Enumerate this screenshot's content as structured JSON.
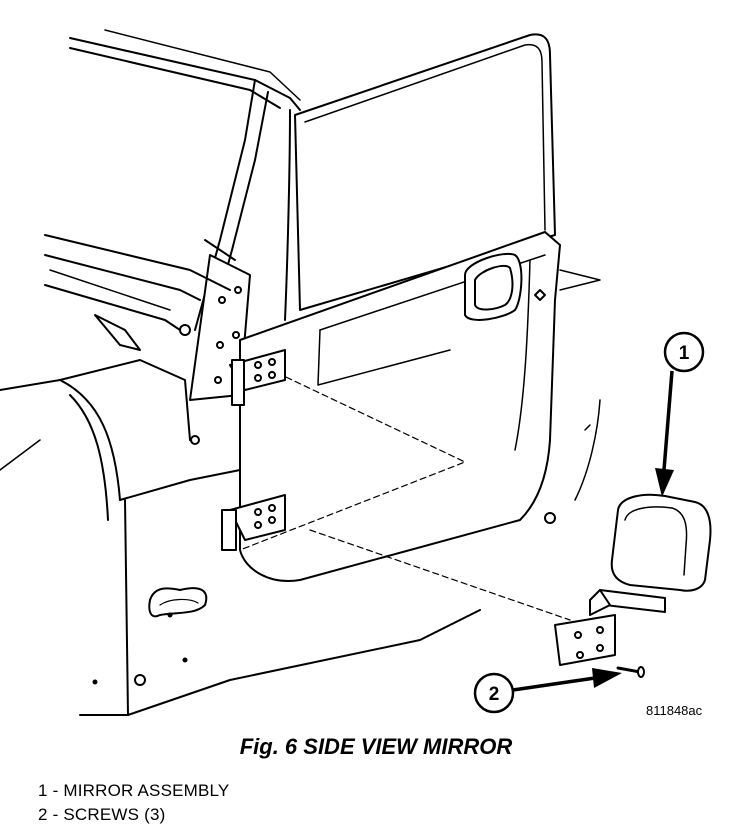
{
  "figure": {
    "ref_code": "811848ac",
    "callouts": [
      "1",
      "2"
    ]
  },
  "caption": {
    "title": "Fig. 6 SIDE VIEW MIRROR"
  },
  "legend": [
    {
      "number": "1",
      "label": "1 - MIRROR ASSEMBLY"
    },
    {
      "number": "2",
      "label": "2 - SCREWS (3)"
    }
  ]
}
